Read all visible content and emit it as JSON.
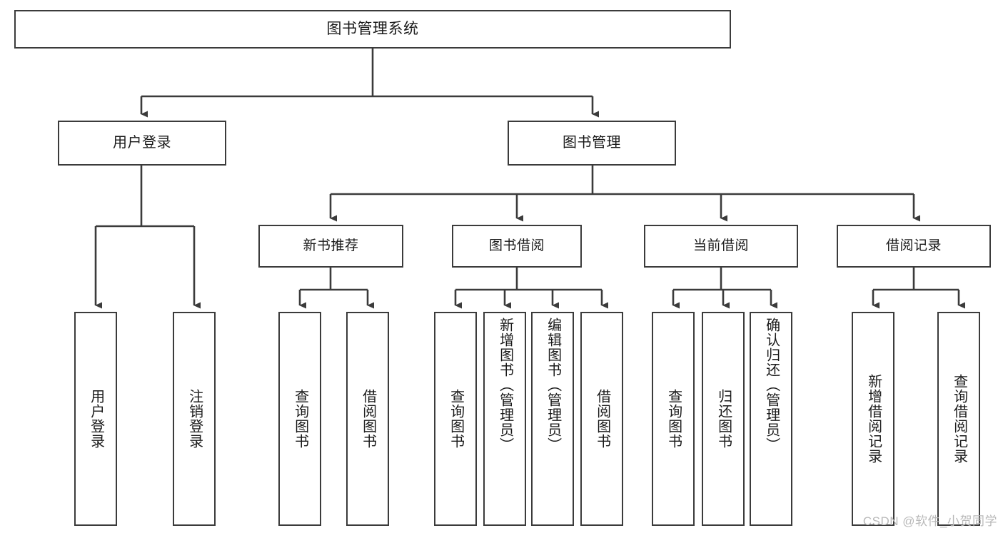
{
  "diagram": {
    "type": "tree-hierarchy",
    "title": "图书管理系统",
    "watermark": "CSDN @软件_小贺同学",
    "colors": {
      "box_border": "#3b3b3b",
      "box_fill": "#ffffff",
      "connector": "#3b3b3b",
      "text": "#1a1a1a",
      "watermark": "#b9b9b9"
    },
    "nodes": {
      "root": {
        "label": "图书管理系统"
      },
      "tier2": [
        {
          "label": "用户登录"
        },
        {
          "label": "图书管理"
        }
      ],
      "tier3": [
        {
          "label": "新书推荐"
        },
        {
          "label": "图书借阅"
        },
        {
          "label": "当前借阅"
        },
        {
          "label": "借阅记录"
        }
      ],
      "leaves": {
        "user_login": [
          {
            "label": "用户登录"
          },
          {
            "label": "注销登录"
          }
        ],
        "new_book": [
          {
            "label": "查询图书"
          },
          {
            "label": "借阅图书"
          }
        ],
        "book_borrow": [
          {
            "label": "查询图书"
          },
          {
            "label": "新增图书（管理员）"
          },
          {
            "label": "编辑图书（管理员）"
          },
          {
            "label": "借阅图书"
          }
        ],
        "current_borrow": [
          {
            "label": "查询图书"
          },
          {
            "label": "归还图书"
          },
          {
            "label": "确认归还（管理员）"
          }
        ],
        "borrow_record": [
          {
            "label": "新增借阅记录"
          },
          {
            "label": "查询借阅记录"
          }
        ]
      }
    }
  }
}
